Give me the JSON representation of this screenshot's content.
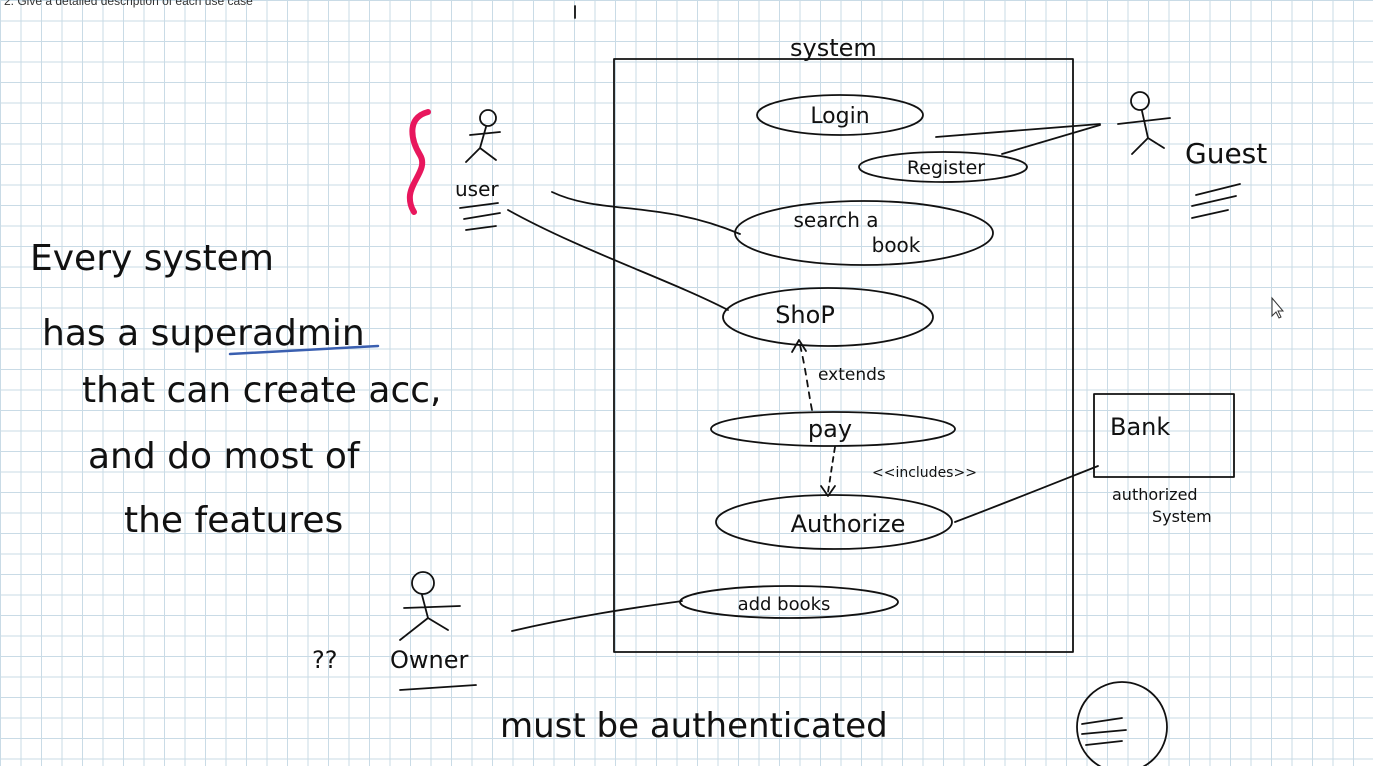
{
  "header": {
    "prompt": "2. Give a detailed description of each use case"
  },
  "diagram": {
    "system_label": "system",
    "use_cases": {
      "login": "Login",
      "register": "Register",
      "search_line1": "search a",
      "search_line2": "book",
      "shop": "ShoP",
      "pay": "pay",
      "authorize": "Authorize",
      "add_books": "add books"
    },
    "relations": {
      "extends": "extends",
      "includes": "<<includes>>"
    },
    "actors": {
      "user": "user",
      "guest": "Guest",
      "owner": "Owner",
      "owner_prefix": "??",
      "bank": "Bank",
      "bank_note_line1": "authorized",
      "bank_note_line2": "System"
    }
  },
  "notes": {
    "line1": "Every system",
    "line2": "has a superadmin",
    "line3": "that can create acc,",
    "line4": "and do most of",
    "line5": "the features",
    "bottom": "must be authenticated"
  },
  "colors": {
    "ink": "#111111",
    "highlight": "#e8175d",
    "grid": "#c9dbe6",
    "note_ink": "#8a3aa8"
  }
}
